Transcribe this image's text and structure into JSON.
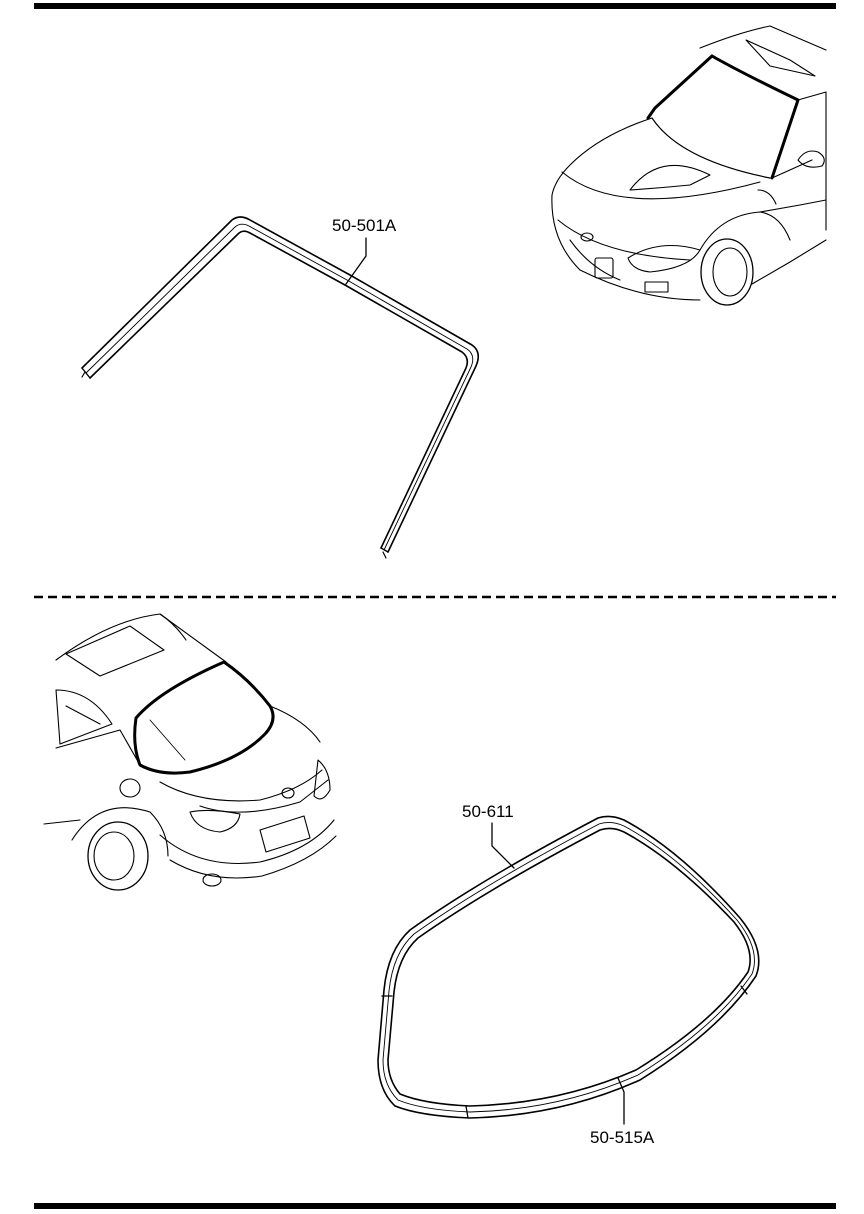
{
  "diagram": {
    "upper_section": {
      "callouts": [
        {
          "part_number": "50-501A"
        }
      ]
    },
    "lower_section": {
      "callouts": [
        {
          "part_number": "50-611"
        },
        {
          "part_number": "50-515A"
        }
      ]
    }
  }
}
